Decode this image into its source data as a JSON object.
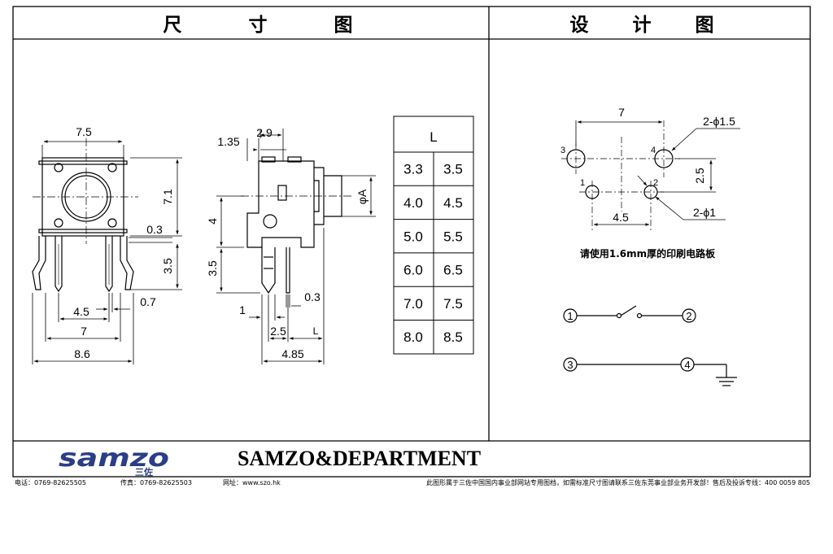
{
  "headers": {
    "left": "尺 寸 图",
    "right": "设 计 图"
  },
  "front_view": {
    "width": "7.5",
    "height": "7.1",
    "pin_thickness": "0.3",
    "leg_length": "3.5",
    "pin_spacing": "4.5",
    "pin_width": "0.7",
    "span": "7",
    "overall": "8.6"
  },
  "side_view": {
    "top_offset": "1.35",
    "top_width": "2.9",
    "height": "4",
    "diameter": "φA",
    "leg_length": "3.5",
    "pin_thickness": "0.3",
    "pin_width": "1",
    "pin_spacing": "2.5",
    "length_label": "L",
    "overall": "4.85"
  },
  "table": {
    "header": "L",
    "rows": [
      [
        "3.3",
        "3.5"
      ],
      [
        "4.0",
        "4.5"
      ],
      [
        "5.0",
        "5.5"
      ],
      [
        "6.0",
        "6.5"
      ],
      [
        "7.0",
        "7.5"
      ],
      [
        "8.0",
        "8.5"
      ]
    ]
  },
  "pcb": {
    "spacing_h": "7",
    "spacing_v": "2.5",
    "spacing_small": "4.5",
    "hole_large": "2-ϕ1.5",
    "hole_small": "2-ϕ1",
    "pin_labels": [
      "1",
      "2",
      "3",
      "4"
    ],
    "note": "请使用1.6mm厚的印刷电路板"
  },
  "schematic": {
    "nodes": [
      "1",
      "2",
      "3",
      "4"
    ]
  },
  "brand": {
    "logo": "samzo",
    "logo_sub": "三佐",
    "department": "SAMZO&DEPARTMENT"
  },
  "footer": {
    "phone": "电话：0769-82625505",
    "fax": "传真：0769-82625503",
    "site": "网址：www.szo.hk",
    "disclaimer": "此图形属于三佐中国国内事业部网站专用图档，如需标准尺寸图请联系三佐东莞事业部业务开发部！售后及投诉专线：400 0059 805"
  }
}
